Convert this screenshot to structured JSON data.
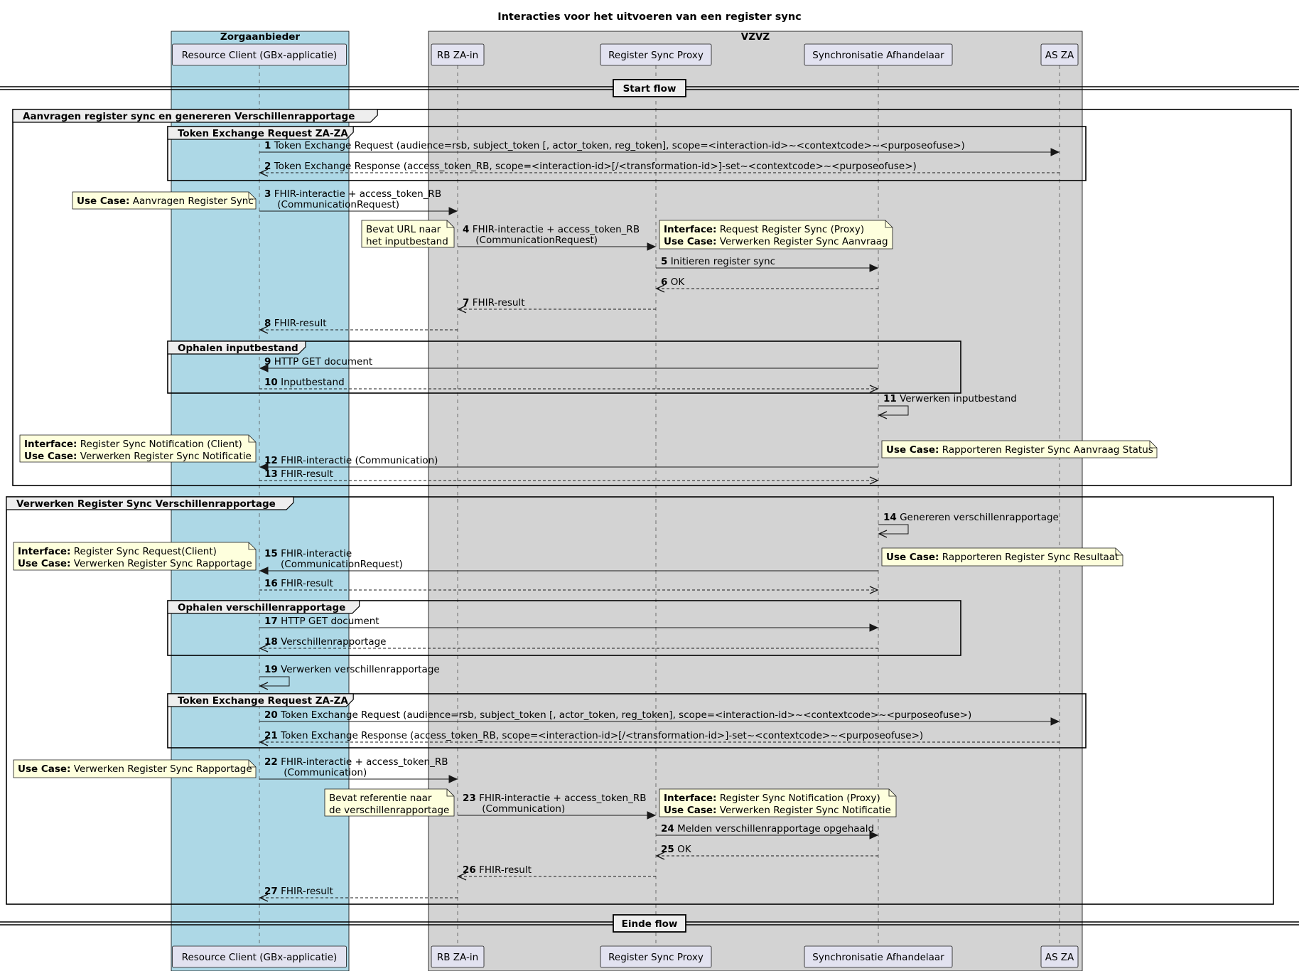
{
  "title": "Interacties voor het uitvoeren van een register sync",
  "boxes": [
    {
      "id": "zorg",
      "label": "Zorgaanbieder",
      "color": "#ADD8E6"
    },
    {
      "id": "vzvz",
      "label": "VZVZ",
      "color": "#D3D3D3"
    }
  ],
  "participants": [
    {
      "id": "rc",
      "label": "Resource Client (GBx-applicatie)"
    },
    {
      "id": "rb",
      "label": "RB ZA-in"
    },
    {
      "id": "rsp",
      "label": "Register Sync Proxy"
    },
    {
      "id": "sa",
      "label": "Synchronisatie Afhandelaar"
    },
    {
      "id": "as",
      "label": "AS ZA"
    }
  ],
  "dividers": [
    {
      "id": "start",
      "label": "Start flow"
    },
    {
      "id": "einde",
      "label": "Einde flow"
    }
  ],
  "groups": [
    {
      "id": "g1",
      "label": "Aanvragen register sync en genereren Verschillenrapportage"
    },
    {
      "id": "g1a",
      "label": "Token Exchange Request ZA-ZA"
    },
    {
      "id": "g1b",
      "label": "Ophalen inputbestand"
    },
    {
      "id": "g2",
      "label": "Verwerken Register Sync Verschillenrapportage"
    },
    {
      "id": "g2a",
      "label": "Ophalen verschillenrapportage"
    },
    {
      "id": "g2b",
      "label": "Token Exchange Request ZA-ZA"
    }
  ],
  "messages": [
    {
      "n": "1",
      "from": "rc",
      "to": "as",
      "dashed": false,
      "lines": [
        "Token Exchange Request (audience=rsb, subject_token [, actor_token, reg_token], scope=<interaction-id>~<contextcode>~<purposeofuse>)"
      ]
    },
    {
      "n": "2",
      "from": "as",
      "to": "rc",
      "dashed": true,
      "lines": [
        "Token Exchange Response (access_token_RB, scope=<interaction-id>[/<transformation-id>]-set~<contextcode>~<purposeofuse>)"
      ]
    },
    {
      "n": "3",
      "from": "rc",
      "to": "rb",
      "dashed": false,
      "lines": [
        "FHIR-interactie + access_token_RB",
        "  (CommunicationRequest)"
      ]
    },
    {
      "n": "4",
      "from": "rb",
      "to": "rsp",
      "dashed": false,
      "lines": [
        "FHIR-interactie + access_token_RB",
        "  (CommunicationRequest)"
      ]
    },
    {
      "n": "5",
      "from": "rsp",
      "to": "sa",
      "dashed": false,
      "lines": [
        "Initieren register sync"
      ]
    },
    {
      "n": "6",
      "from": "sa",
      "to": "rsp",
      "dashed": true,
      "lines": [
        "OK"
      ]
    },
    {
      "n": "7",
      "from": "rsp",
      "to": "rb",
      "dashed": true,
      "lines": [
        "FHIR-result"
      ]
    },
    {
      "n": "8",
      "from": "rb",
      "to": "rc",
      "dashed": true,
      "lines": [
        "FHIR-result"
      ]
    },
    {
      "n": "9",
      "from": "sa",
      "to": "rc",
      "dashed": false,
      "lines": [
        "HTTP GET document"
      ]
    },
    {
      "n": "10",
      "from": "rc",
      "to": "sa",
      "dashed": true,
      "lines": [
        "Inputbestand"
      ]
    },
    {
      "n": "11",
      "from": "sa",
      "to": "sa",
      "dashed": false,
      "lines": [
        "Verwerken inputbestand"
      ]
    },
    {
      "n": "12",
      "from": "sa",
      "to": "rc",
      "dashed": false,
      "lines": [
        "FHIR-interactie (Communication)"
      ]
    },
    {
      "n": "13",
      "from": "rc",
      "to": "sa",
      "dashed": true,
      "lines": [
        "FHIR-result"
      ]
    },
    {
      "n": "14",
      "from": "sa",
      "to": "sa",
      "dashed": false,
      "lines": [
        "Genereren verschillenrapportage"
      ]
    },
    {
      "n": "15",
      "from": "sa",
      "to": "rc",
      "dashed": false,
      "lines": [
        "FHIR-interactie",
        "(CommunicationRequest)"
      ]
    },
    {
      "n": "16",
      "from": "rc",
      "to": "sa",
      "dashed": true,
      "lines": [
        "FHIR-result"
      ]
    },
    {
      "n": "17",
      "from": "rc",
      "to": "sa",
      "dashed": false,
      "lines": [
        "HTTP GET document"
      ]
    },
    {
      "n": "18",
      "from": "sa",
      "to": "rc",
      "dashed": true,
      "lines": [
        "Verschillenrapportage"
      ]
    },
    {
      "n": "19",
      "from": "rc",
      "to": "rc",
      "dashed": false,
      "lines": [
        "Verwerken verschillenrapportage"
      ]
    },
    {
      "n": "20",
      "from": "rc",
      "to": "as",
      "dashed": false,
      "lines": [
        "Token Exchange Request (audience=rsb, subject_token [, actor_token, reg_token], scope=<interaction-id>~<contextcode>~<purposeofuse>)"
      ]
    },
    {
      "n": "21",
      "from": "as",
      "to": "rc",
      "dashed": true,
      "lines": [
        "Token Exchange Response (access_token_RB, scope=<interaction-id>[/<transformation-id>]-set~<contextcode>~<purposeofuse>)"
      ]
    },
    {
      "n": "22",
      "from": "rc",
      "to": "rb",
      "dashed": false,
      "lines": [
        "FHIR-interactie + access_token_RB",
        "  (Communication)"
      ]
    },
    {
      "n": "23",
      "from": "rb",
      "to": "rsp",
      "dashed": false,
      "lines": [
        "FHIR-interactie + access_token_RB",
        "  (Communication)"
      ]
    },
    {
      "n": "24",
      "from": "rsp",
      "to": "sa",
      "dashed": false,
      "lines": [
        "Melden verschillenrapportage opgehaald"
      ]
    },
    {
      "n": "25",
      "from": "sa",
      "to": "rsp",
      "dashed": true,
      "lines": [
        "OK"
      ]
    },
    {
      "n": "26",
      "from": "rsp",
      "to": "rb",
      "dashed": true,
      "lines": [
        "FHIR-result"
      ]
    },
    {
      "n": "27",
      "from": "rb",
      "to": "rc",
      "dashed": true,
      "lines": [
        "FHIR-result"
      ]
    }
  ],
  "notes": [
    {
      "id": "n1",
      "lines": [
        [
          {
            "b": "Use Case:"
          },
          {
            "t": " Aanvragen Register Sync"
          }
        ]
      ]
    },
    {
      "id": "n2",
      "lines": [
        [
          {
            "t": "Bevat URL naar"
          }
        ],
        [
          {
            "t": "het inputbestand"
          }
        ]
      ]
    },
    {
      "id": "n3",
      "lines": [
        [
          {
            "b": "Interface:"
          },
          {
            "t": " Request Register Sync (Proxy)"
          }
        ],
        [
          {
            "b": "Use Case:"
          },
          {
            "t": " Verwerken Register Sync Aanvraag"
          }
        ]
      ]
    },
    {
      "id": "n4",
      "lines": [
        [
          {
            "b": "Interface:"
          },
          {
            "t": " Register Sync Notification (Client)"
          }
        ],
        [
          {
            "b": "Use Case:"
          },
          {
            "t": " Verwerken Register Sync Notificatie"
          }
        ]
      ]
    },
    {
      "id": "n5",
      "lines": [
        [
          {
            "b": "Use Case:"
          },
          {
            "t": " Rapporteren Register Sync Aanvraag Status"
          }
        ]
      ]
    },
    {
      "id": "n6",
      "lines": [
        [
          {
            "b": "Interface:"
          },
          {
            "t": " Register Sync Request(Client)"
          }
        ],
        [
          {
            "b": "Use Case:"
          },
          {
            "t": " Verwerken Register Sync Rapportage"
          }
        ]
      ]
    },
    {
      "id": "n7",
      "lines": [
        [
          {
            "b": "Use Case:"
          },
          {
            "t": " Rapporteren Register Sync Resultaat"
          }
        ]
      ]
    },
    {
      "id": "n8",
      "lines": [
        [
          {
            "b": "Use Case:"
          },
          {
            "t": " Verwerken Register Sync Rapportage"
          }
        ]
      ]
    },
    {
      "id": "n9",
      "lines": [
        [
          {
            "t": "Bevat referentie naar"
          }
        ],
        [
          {
            "t": "de verschillenrapportage"
          }
        ]
      ]
    },
    {
      "id": "n10",
      "lines": [
        [
          {
            "b": "Interface:"
          },
          {
            "t": " Register Sync Notification (Proxy)"
          }
        ],
        [
          {
            "b": "Use Case:"
          },
          {
            "t": " Verwerken Register Sync Notificatie"
          }
        ]
      ]
    }
  ]
}
